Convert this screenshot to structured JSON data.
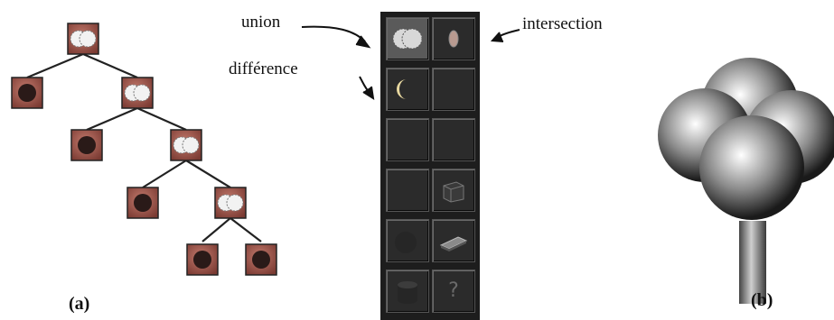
{
  "labels": {
    "union": "union",
    "intersection": "intersection",
    "difference": "différence",
    "caption_a": "(a)",
    "caption_b": "(b)"
  },
  "tree": {
    "nodes": [
      {
        "id": "root",
        "type": "union"
      },
      {
        "id": "leaf-1",
        "type": "primitive"
      },
      {
        "id": "union-2",
        "type": "union"
      },
      {
        "id": "leaf-2",
        "type": "primitive"
      },
      {
        "id": "union-3",
        "type": "union"
      },
      {
        "id": "leaf-3",
        "type": "primitive"
      },
      {
        "id": "union-4",
        "type": "union"
      },
      {
        "id": "leaf-4",
        "type": "primitive"
      },
      {
        "id": "leaf-5",
        "type": "primitive"
      }
    ]
  },
  "palette": {
    "cells": [
      {
        "name": "union-tool",
        "icon": "union-icon"
      },
      {
        "name": "intersection-tool",
        "icon": "intersection-icon"
      },
      {
        "name": "difference-tool",
        "icon": "difference-icon"
      },
      {
        "name": "empty-tool-1",
        "icon": "blank"
      },
      {
        "name": "empty-tool-2",
        "icon": "blank"
      },
      {
        "name": "empty-tool-3",
        "icon": "blank"
      },
      {
        "name": "empty-tool-4",
        "icon": "blank"
      },
      {
        "name": "cube-tool",
        "icon": "cube-icon"
      },
      {
        "name": "sphere-tool",
        "icon": "sphere-icon"
      },
      {
        "name": "slab-tool",
        "icon": "slab-icon"
      },
      {
        "name": "cylinder-tool",
        "icon": "cylinder-icon"
      },
      {
        "name": "help-tool",
        "icon": "question-icon",
        "text": "?"
      }
    ]
  },
  "colors": {
    "node_fill": "#a85a4e",
    "palette_bg": "#1d1d1d"
  }
}
